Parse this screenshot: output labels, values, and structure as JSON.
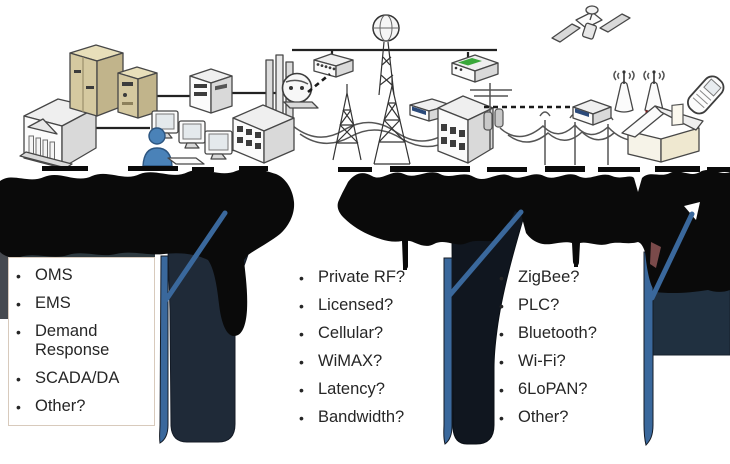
{
  "lists": {
    "applications": {
      "items": [
        "OMS",
        "EMS",
        "Demand Response",
        "SCADA/DA",
        "Other?"
      ]
    },
    "network_questions": {
      "items": [
        "Private RF?",
        "Licensed?",
        "Cellular?",
        "WiMAX?",
        "Latency?",
        "Bandwidth?"
      ]
    },
    "home_network_questions": {
      "items": [
        "ZigBee?",
        "PLC?",
        "Bluetooth?",
        "Wi-Fi?",
        "6LoPAN?",
        "Other?"
      ]
    }
  },
  "colors": {
    "redaction": "#0a0a0a",
    "arrow_navy_left": "#1f2a38",
    "arrow_navy_mid": "#10161f",
    "arrow_navy_right": "#203040",
    "arrow_blue": "#3a689c",
    "panel_border": "#d8cabc",
    "text": "#262626",
    "tan": "#d5c9a0",
    "accent_green": "#3aa83a",
    "accent_red": "#c32222",
    "accent_maroon": "#7a4a4a",
    "person_blue": "#4a82b8"
  },
  "icons": [
    "bank-building",
    "server-cabinet",
    "computer-tower",
    "operator-workstation",
    "network-switch",
    "factory-building",
    "satellite-dish",
    "port-switch",
    "globe-tower",
    "power-line",
    "radio-tower-small",
    "radio-tower-large",
    "modem",
    "green-router",
    "office-building",
    "transformer-pole",
    "utility-wires",
    "pole-device",
    "antenna-tower-1",
    "antenna-tower-2",
    "house",
    "cell-phone",
    "satellite"
  ]
}
